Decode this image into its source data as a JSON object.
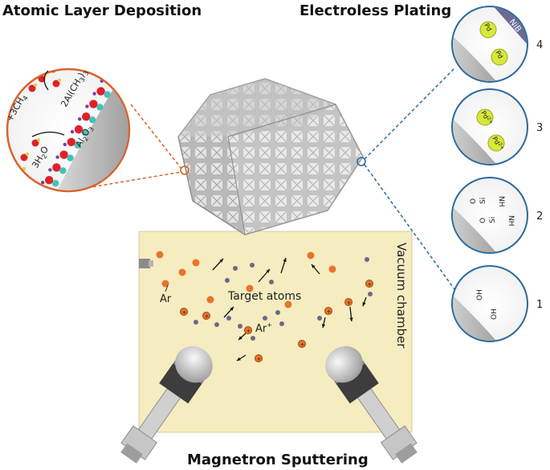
{
  "titles": {
    "ald": "Atomic Layer Deposition",
    "plating": "Electroless Plating",
    "sputtering": "Magnetron Sputtering"
  },
  "ald": {
    "ch4": "+3CH",
    "ch4_sub": "4",
    "tma": "2Al(CH",
    "tma_sub": "3",
    "tma_close": ")",
    "tma_sub2": "3",
    "h2o_coef": "3H",
    "h2o_sub": "2",
    "h2o_o": "O",
    "al2o3": "Al",
    "al2o3_sub1": "2",
    "al2o3_o": "O",
    "al2o3_sub2": "3"
  },
  "plating": {
    "steps": [
      "4",
      "3",
      "2",
      "1"
    ],
    "pd": "Pd",
    "pd2": "Pd",
    "pd2_sup": "2+",
    "nib": "NiB",
    "oh": "OH",
    "o": "O",
    "si": "Si",
    "nh2": "NH"
  },
  "sputtering": {
    "chamber": "Vacuum chamber",
    "target_atoms": "Target atoms",
    "ar": "Ar",
    "ar_ion": "Ar",
    "ar_ion_sup": "+"
  },
  "colors": {
    "chamber_bg": "#f5ecc0",
    "ald_dash": "#d9632a",
    "plating_dash": "#2a6aa0",
    "al_atom": "#e0202a",
    "o_atom": "#46c2b8",
    "c_atom": "#7b3fa0",
    "pd_ball": "#d7e83a",
    "ar_atom": "#e8742a",
    "target_atom": "#6a6a8a"
  }
}
